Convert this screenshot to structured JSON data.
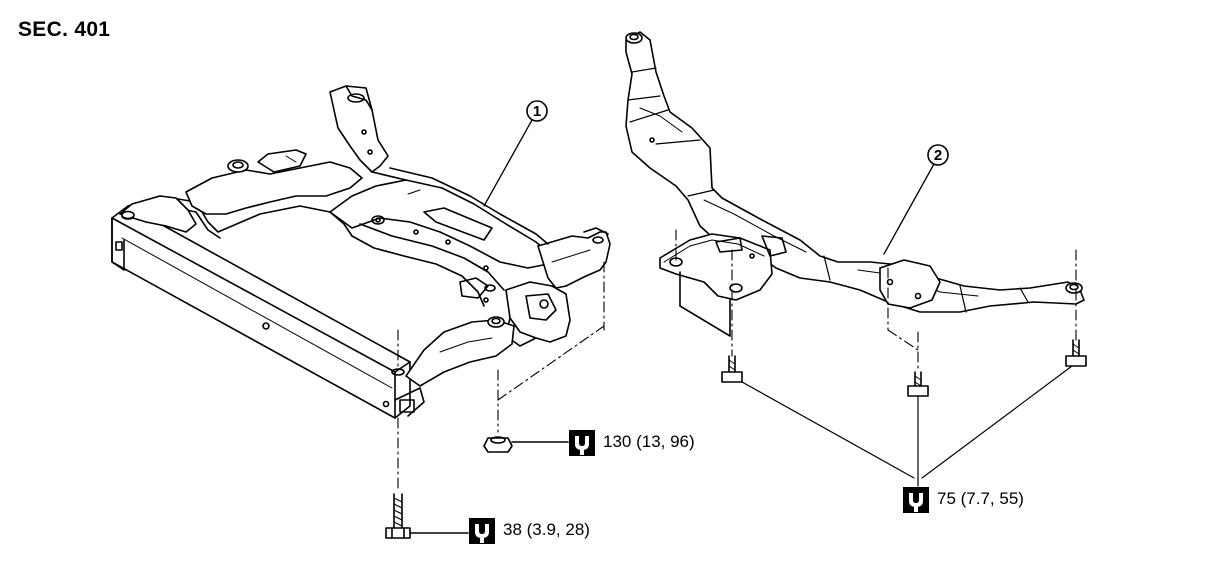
{
  "section_title": "SEC. 401",
  "callouts": [
    {
      "number": "1"
    },
    {
      "number": "2"
    }
  ],
  "torque_specs": [
    {
      "icon": "torque-wrench-icon",
      "value": "130 (13, 96)"
    },
    {
      "icon": "torque-wrench-icon",
      "value": "38 (3.9, 28)"
    },
    {
      "icon": "torque-wrench-icon",
      "value": "75 (7.7, 55)"
    }
  ],
  "colors": {
    "line": "#000000",
    "background": "#ffffff"
  }
}
